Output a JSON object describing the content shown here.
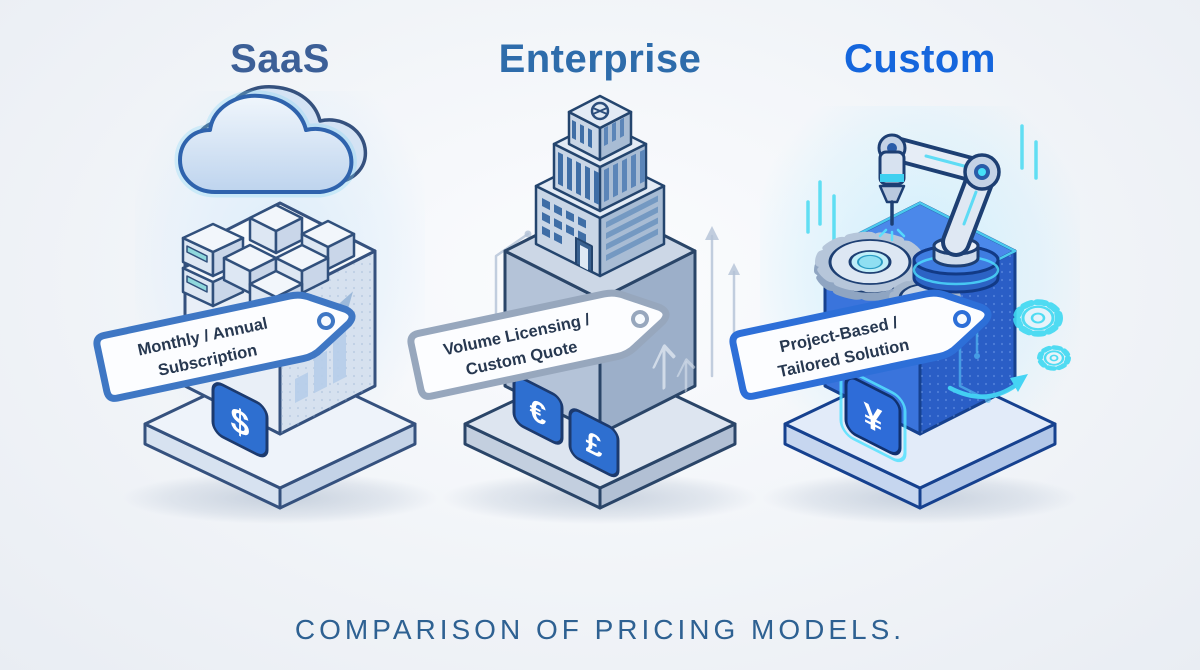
{
  "page": {
    "caption": "COMPARISON OF PRICING MODELS.",
    "caption_color": "#2e6192",
    "background_color": "#f1f4f8"
  },
  "columns": [
    {
      "id": "saas",
      "title": "SaaS",
      "title_color": "#3c5f97",
      "illustration": "cloud-over-server-cubes-on-pedestal",
      "tag": {
        "line1": "Monthly / Annual",
        "line2": "Subscription",
        "border_color": "#3f77c4"
      },
      "currencies": [
        {
          "symbol": "$",
          "name": "dollar"
        }
      ],
      "accent_color": "#9fc1e6"
    },
    {
      "id": "enterprise",
      "title": "Enterprise",
      "title_color": "#2e6cab",
      "illustration": "office-tower-on-pedestal",
      "tag": {
        "line1": "Volume Licensing /",
        "line2": "Custom Quote",
        "border_color": "#97a7bd"
      },
      "currencies": [
        {
          "symbol": "€",
          "name": "euro"
        },
        {
          "symbol": "£",
          "name": "pound"
        }
      ],
      "accent_color": "#8aa2c4"
    },
    {
      "id": "custom",
      "title": "Custom",
      "title_color": "#1566dd",
      "illustration": "robot-arm-with-gears-on-pedestal",
      "tag": {
        "line1": "Project-Based /",
        "line2": "Tailored Solution",
        "border_color": "#2d6fd8"
      },
      "currencies": [
        {
          "symbol": "¥",
          "name": "yen"
        }
      ],
      "accent_color": "#3fd9f2"
    }
  ]
}
